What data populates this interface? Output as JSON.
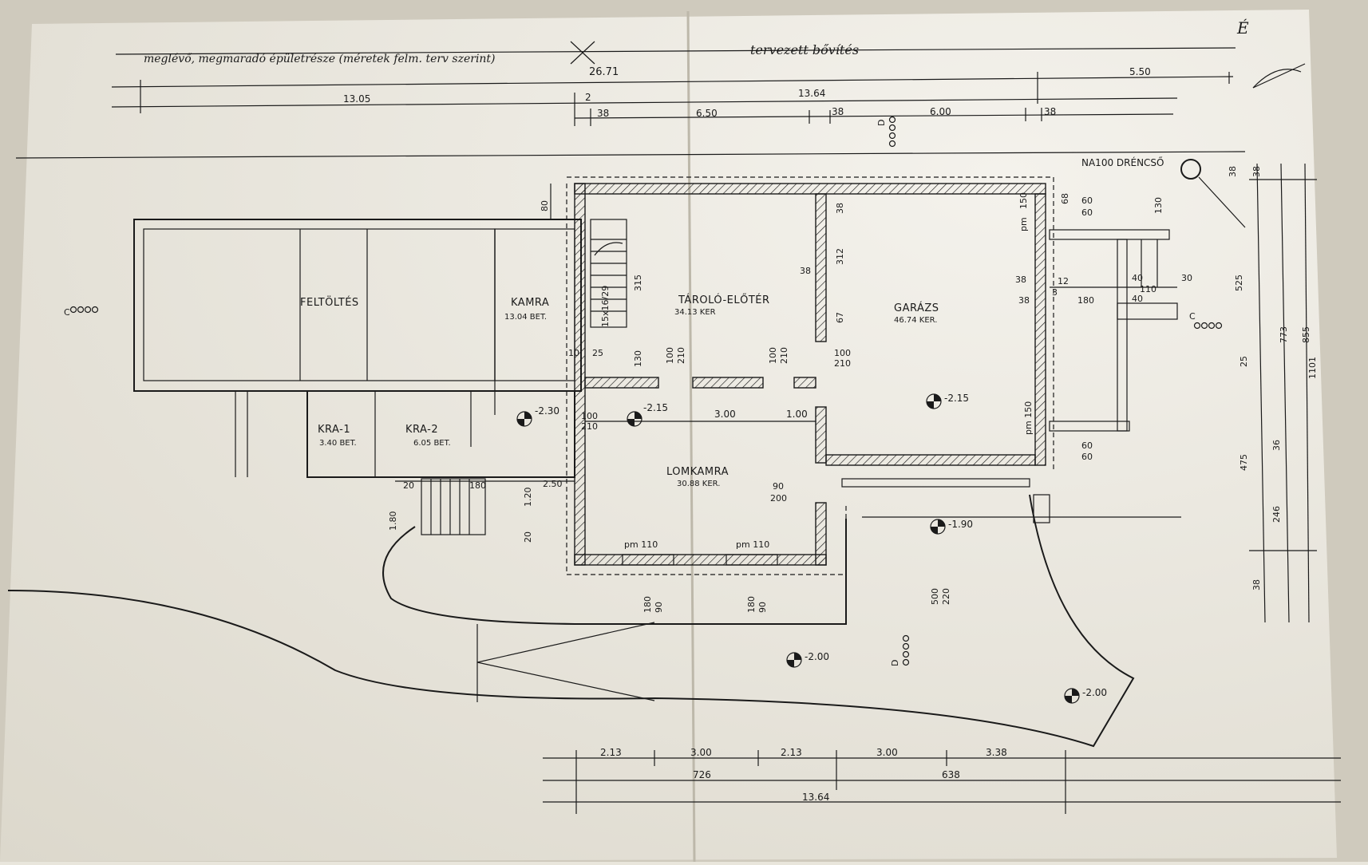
{
  "header": {
    "existing_note": "meglévő, megmaradó épületrésze (méretek felm. terv szerint)",
    "planned_note": "tervezett bővítés",
    "north": "É",
    "total_top": "26.71",
    "drain": "NA100 DRÉNCSŐ"
  },
  "top_dims": {
    "a": "13.05",
    "b": "13.64",
    "c": "5.50",
    "d": "2",
    "e": "38",
    "f": "6.50",
    "g": "38",
    "h": "6.00",
    "i": "38"
  },
  "rooms": {
    "feltoltes": "FELTÖLTÉS",
    "kamra": "KAMRA",
    "kamra_area": "13.04 BET.",
    "taroló": "TÁROLÓ-ELŐTÉR",
    "taroló_area": "34.13 KER",
    "garazs": "GARÁZS",
    "garazs_area": "46.74 KER.",
    "kra1": "KRA-1",
    "kra1_area": "3.40 BET.",
    "kra2": "KRA-2",
    "kra2_area": "6.05 BET.",
    "lomkamra": "LOMKAMRA",
    "lomkamra_area": "30.88 KER."
  },
  "levels": {
    "l1": "-2.30",
    "l2": "-2.15",
    "l3": "-2.15",
    "l4": "-1.90",
    "l5": "-2.00",
    "l6": "-2.00"
  },
  "inner_dims": {
    "d80": "80",
    "d315": "315",
    "d130a": "130",
    "stair": "15x16/29",
    "d10": "10",
    "d25": "25",
    "d100a": "100",
    "d210a": "210",
    "d100b": "100",
    "d210b": "210",
    "d300": "3.00",
    "d100c": "1.00",
    "d100d": "100",
    "d210c": "210",
    "d100e": "100",
    "d210d": "210",
    "d38a": "38",
    "d312": "312",
    "d67": "67",
    "d38b": "38",
    "d150a": "150",
    "pm": "pm",
    "d60a": "60",
    "d60b": "60",
    "d130b": "130",
    "d38c": "38",
    "d12": "12",
    "d40a": "40",
    "d110": "110",
    "d30": "30",
    "d38d": "38",
    "d3": "3",
    "d180a": "180",
    "d40b": "40",
    "pm150": "pm 150",
    "d68": "68",
    "d60c": "60",
    "d60d": "60",
    "d90": "90",
    "d200": "200",
    "pm110a": "pm 110",
    "pm110b": "pm 110",
    "d20a": "20",
    "d180b": "180",
    "d250": "2.50",
    "d180c": "1.80",
    "d120": "1.20",
    "d20b": "20",
    "d180d": "180",
    "d90b": "90",
    "d180e": "180",
    "d90c": "90",
    "d500": "500",
    "d220": "220"
  },
  "right_dims": {
    "r38a": "38",
    "r38b": "38",
    "r525": "525",
    "r773": "773",
    "r855": "855",
    "r1101": "1101",
    "r25": "25",
    "r475": "475",
    "r36": "36",
    "r246": "246",
    "r38c": "38"
  },
  "bottom_dims": {
    "b213a": "2.13",
    "b300a": "3.00",
    "b213b": "2.13",
    "b300b": "3.00",
    "b338": "3.38",
    "b726": "726",
    "b638": "638",
    "b1364": "13.64"
  },
  "markers": {
    "c": "C",
    "d": "D"
  }
}
